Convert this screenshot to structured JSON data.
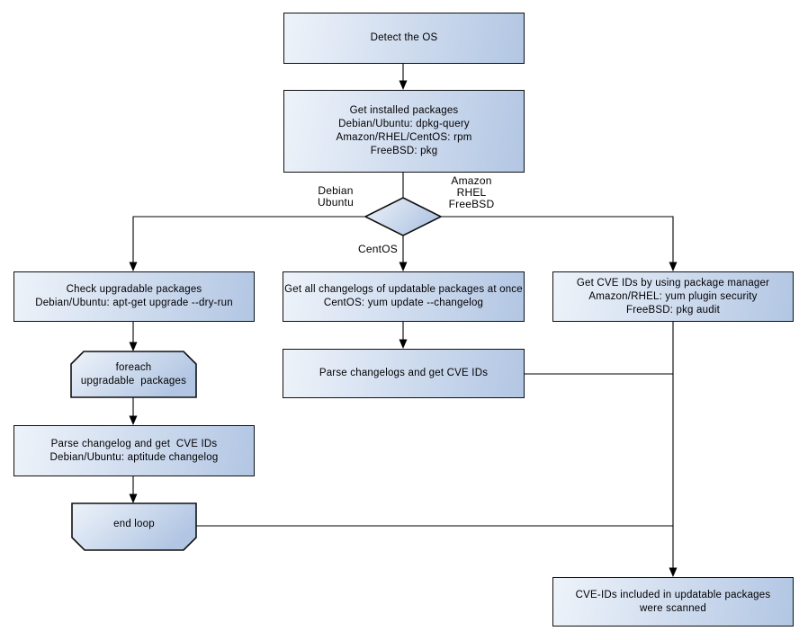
{
  "diagram": {
    "nodes": {
      "detect_os": {
        "label": "Detect the OS"
      },
      "get_installed": {
        "label": "Get installed packages\nDebian/Ubuntu: dpkg-query\nAmazon/RHEL/CentOS: rpm\nFreeBSD: pkg"
      },
      "check_upgradable": {
        "label": "Check upgradable packages\nDebian/Ubuntu: apt-get upgrade --dry-run"
      },
      "foreach_loop": {
        "label": "foreach\nupgradable  packages"
      },
      "parse_changelog_left": {
        "label": "Parse changelog and get  CVE IDs\nDebian/Ubuntu: aptitude changelog"
      },
      "end_loop": {
        "label": "end loop"
      },
      "get_all_changelogs": {
        "label": "Get all changelogs of updatable packages at once\nCentOS: yum update --changelog"
      },
      "parse_changelogs_mid": {
        "label": "Parse changelogs and get CVE IDs"
      },
      "get_cve_pkg_manager": {
        "label": "Get CVE IDs by using package manager\nAmazon/RHEL: yum plugin security\nFreeBSD: pkg audit"
      },
      "cve_scanned": {
        "label": "CVE-IDs included in updatable packages\nwere scanned"
      }
    },
    "edge_labels": {
      "debian_ubuntu": "Debian\nUbuntu",
      "amazon_rhel_freebsd": "Amazon\nRHEL\nFreeBSD",
      "centos": "CentOS"
    },
    "colors": {
      "node_fill_light": "#eef3fa",
      "node_fill_dark": "#b2c6e3",
      "node_border": "#101010",
      "connector": "#000000",
      "text": "#000000",
      "background": "#ffffff"
    }
  }
}
